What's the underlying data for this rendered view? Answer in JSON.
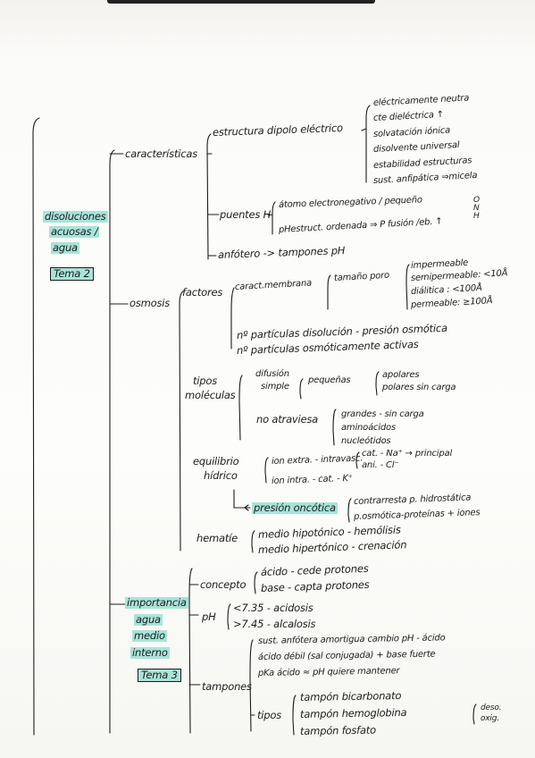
{
  "root": {
    "title_lines": [
      "disoluciones",
      "acuosas /",
      "agua"
    ],
    "tag": "Tema 2"
  },
  "caract": {
    "label": "características",
    "estructura": {
      "label": "estructura dipolo eléctrico",
      "items": [
        "eléctricamente neutra",
        "cte dieléctrica ↑",
        "solvatación iónica",
        "disolvente universal",
        "estabilidad estructuras",
        "sust. anfipática ⇒micela"
      ]
    },
    "puentes": {
      "label": "puentes H",
      "item1": "átomo electronegativo / pequeño",
      "elements": [
        "O",
        "N",
        "H"
      ],
      "item2": "pHestruct. ordenada ⇒ P fusión /eb. ↑"
    },
    "anfotero": "anfótero -> tampones pH"
  },
  "osmosis": {
    "label": "osmosis",
    "factores": {
      "label": "factores",
      "caract": "caract.membrana",
      "poro": "tamaño poro",
      "poro_items": [
        "impermeable",
        "semipermeable: <10Å",
        "diálitica : <100Å",
        "permeable: ≥100Å"
      ],
      "n1": "nº partículas disolución - presión osmótica",
      "n2": "nº partículas osmóticamente activas"
    },
    "tipos": {
      "label_lines": [
        "tipos",
        "moléculas"
      ],
      "difusion_lines": [
        "difusión",
        "simple"
      ],
      "pequenas": "pequeñas",
      "pequenas_items": [
        "apolares",
        "polares sin carga"
      ],
      "no_atraviesa": "no atraviesa",
      "no_items": [
        "grandes - sin carga",
        "aminoácidos",
        "nucleótidos"
      ]
    },
    "equilibrio": {
      "label_lines": [
        "equilibrio",
        "hídrico"
      ],
      "ion_extra": "ion extra. - intravasc.",
      "extra_items": [
        "cat. - Na⁺ → principal",
        "ani. - Cl⁻"
      ],
      "ion_intra": "ion intra. - cat. - K⁺",
      "presion": "presión oncótica",
      "presion_items": [
        "contrarresta p. hidrostática",
        "p.osmótica-proteínas + iones"
      ]
    },
    "hematie": {
      "label": "hematíe",
      "items": [
        "medio hipotónico - hemólisis",
        "medio hipertónico - crenación"
      ]
    }
  },
  "importancia": {
    "title_lines": [
      "importancia",
      "agua",
      "medio",
      "interno"
    ],
    "tag": "Tema 3",
    "concepto": {
      "label": "concepto",
      "items": [
        "ácido - cede protones",
        "base - capta protones"
      ]
    },
    "ph": {
      "label": "pH",
      "items": [
        "<7.35 - acidosis",
        ">7.45 - alcalosis"
      ]
    },
    "tampones": {
      "label": "tampones",
      "items": [
        "sust. anfótera amortigua cambio pH - ácido",
        "ácido débil (sal conjugada) + base fuerte",
        "pKa ácido ≈ pH quiere mantener"
      ],
      "tipos_label": "tipos",
      "tipos_items": [
        "tampón bicarbonato",
        "tampón hemoglobina",
        "tampón fosfato"
      ],
      "hb_items": [
        "deso.",
        "oxig."
      ]
    }
  }
}
